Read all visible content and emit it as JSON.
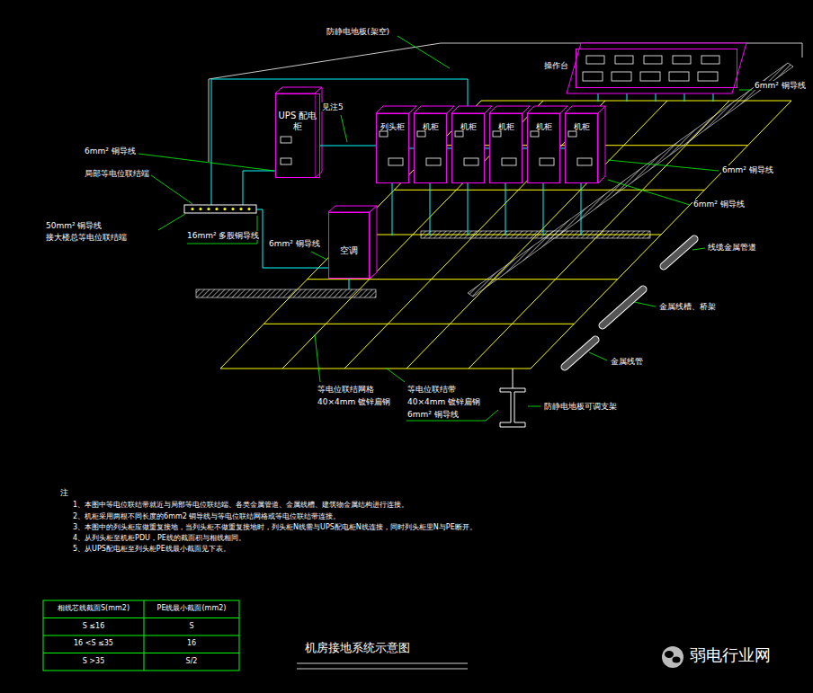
{
  "diagram": {
    "title": "机房接地系统示意图",
    "nodes": [
      {
        "text": [
          "操作台"
        ]
      },
      {
        "text": [
          "UPS 配电柜"
        ]
      },
      {
        "text": [
          "列头柜"
        ]
      },
      {
        "text": [
          "机柜"
        ]
      },
      {
        "text": [
          "机柜"
        ]
      },
      {
        "text": [
          "机柜"
        ]
      },
      {
        "text": [
          "机柜"
        ]
      },
      {
        "text": [
          "机柜"
        ]
      },
      {
        "text": [
          "空调"
        ]
      }
    ],
    "edges": [
      {
        "from": 1,
        "to": 2,
        "arrow": "none",
        "label": "见注5"
      },
      {
        "from": 2,
        "to": 3,
        "arrow": "none"
      },
      {
        "from": 3,
        "to": 4,
        "arrow": "none"
      },
      {
        "from": 4,
        "to": 5,
        "arrow": "none"
      },
      {
        "from": 5,
        "to": 6,
        "arrow": "none"
      },
      {
        "from": 6,
        "to": 7,
        "arrow": "none"
      }
    ],
    "labels": [
      "防静电地板(架空)",
      "6mm² 铜导线",
      "局部等电位联结端",
      "50mm² 铜导线",
      "接大楼总等电位联结端",
      "16mm² 多股铜导线",
      "6mm² 铜导线",
      "6mm² 铜导线",
      "6mm² 铜导线",
      "6mm² 铜导线",
      "线缆金属管道",
      "金属线槽、桥架",
      "金属线管",
      "等电位联结网格",
      "40×4mm 镀锌扁钢",
      "等电位联结带",
      "40×4mm 镀锌扁钢",
      "6mm² 铜导线",
      "防静电地板可调支架",
      "注",
      "1、本图中等电位联结带就近与局部等电位联结端、各类金属管道、金属线槽、建筑物金属结构进行连接。",
      "2、机柜采用两根不同长度的6mm2 铜导线与等电位联结网格或等电位联结带连接。",
      "3、本图中的列头柜应做重复接地，当列头柜不做重复接地时，列头柜N线需与UPS配电柜N线连接，同时列头柜里N与PE断开。",
      "4、从列头柜至机柜PDU，PE线的截面积与相线相同。",
      "5、从UPS配电柜至列头柜PE线最小截面见下表。",
      "相线芯线截面S(mm2)",
      "PE线最小截面(mm2)",
      "S ≤16",
      "S",
      "16 <S ≤35",
      "16",
      "S >35",
      "S/2",
      "弱电行业网"
    ]
  }
}
